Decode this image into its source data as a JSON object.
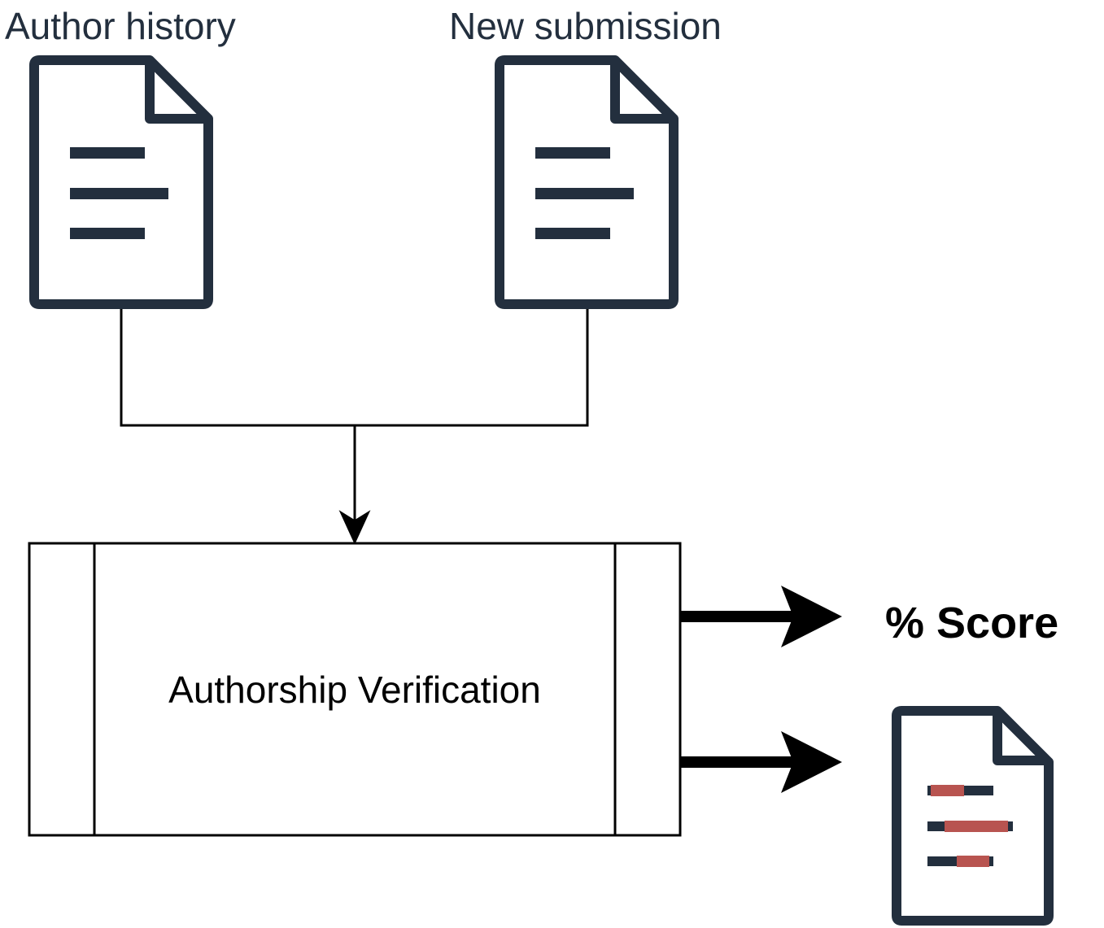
{
  "labels": {
    "author_history": "Author history",
    "new_submission": "New submission",
    "process": "Authorship Verification",
    "score": "% Score"
  },
  "icons": {
    "input_document": "document-icon",
    "output_document": "highlighted-document-icon"
  },
  "colors": {
    "icon_stroke": "#232f3e",
    "highlight": "#b85450",
    "line": "#000000"
  }
}
